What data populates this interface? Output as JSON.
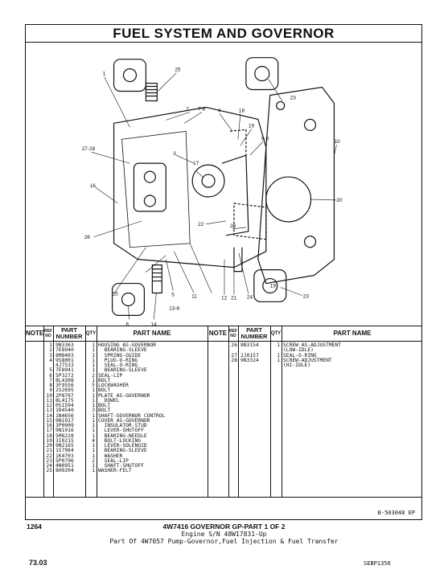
{
  "title": "FUEL SYSTEM AND GOVERNOR",
  "diagram": {
    "callouts": [
      "1",
      "2",
      "3",
      "4",
      "5",
      "6",
      "7-8",
      "9-8",
      "10",
      "11",
      "12",
      "13-8",
      "14",
      "15",
      "16",
      "17",
      "18",
      "19",
      "19",
      "20",
      "20",
      "21",
      "22",
      "23",
      "23",
      "24",
      "25",
      "26",
      "27-28"
    ]
  },
  "table": {
    "headers": {
      "note": "NOTE",
      "ref_no": "REF NO",
      "part_number": "PART NUMBER",
      "qty": "QTY",
      "part_name": "PART NAME"
    },
    "left_rows": [
      {
        "ref": "1",
        "part": "9N3363",
        "qty": "1",
        "name": "HOUSING AS-GOVERNOR"
      },
      {
        "ref": "2",
        "part": "7E8940",
        "qty": "1",
        "name": "  BEARING-SLEEVE"
      },
      {
        "ref": "3",
        "part": "8M8403",
        "qty": "1",
        "name": "  SPRING-GUIDE"
      },
      {
        "ref": "4",
        "part": "9S8001",
        "qty": "1",
        "name": "  PLUG-O-RING"
      },
      {
        "ref": "",
        "part": "4J7533",
        "qty": "1",
        "name": "  SEAL-O-RING"
      },
      {
        "ref": "5",
        "part": "7E8941",
        "qty": "1",
        "name": "  BEARING-SLEEVE"
      },
      {
        "ref": "6",
        "part": "5P3272",
        "qty": "2",
        "name": "SEAL-LIP"
      },
      {
        "ref": "7",
        "part": "8L4308",
        "qty": "1",
        "name": "BOLT"
      },
      {
        "ref": "8",
        "part": "3F9556",
        "qty": "5",
        "name": "LOCKWASHER"
      },
      {
        "ref": "9",
        "part": "2S2695",
        "qty": "1",
        "name": "BOLT"
      },
      {
        "ref": "10",
        "part": "2P8707",
        "qty": "1",
        "name": "PLATE AS-GOVERNOR"
      },
      {
        "ref": "11",
        "part": "8L4175",
        "qty": "1",
        "name": "  DOWEL"
      },
      {
        "ref": "12",
        "part": "0S1594",
        "qty": "1",
        "name": "BOLT"
      },
      {
        "ref": "13",
        "part": "1D4540",
        "qty": "3",
        "name": "BOLT"
      },
      {
        "ref": "14",
        "part": "1N4656",
        "qty": "1",
        "name": "SHAFT-GOVERNOR CONTROL"
      },
      {
        "ref": "15",
        "part": "9N1917",
        "qty": "1",
        "name": "COVER AS-GOVERNOR"
      },
      {
        "ref": "16",
        "part": "3P0009",
        "qty": "1",
        "name": "  INSULATOR-STUD"
      },
      {
        "ref": "17",
        "part": "9N1916",
        "qty": "1",
        "name": "  LEVER-SHUTOFF"
      },
      {
        "ref": "18",
        "part": "5M6228",
        "qty": "1",
        "name": "  BEARING-NEEDLE"
      },
      {
        "ref": "19",
        "part": "3I0215",
        "qty": "4",
        "name": "  BOLT-LOCKING"
      },
      {
        "ref": "20",
        "part": "9N2165",
        "qty": "1",
        "name": "  LEVER-SOLENOID"
      },
      {
        "ref": "21",
        "part": "1S7984",
        "qty": "1",
        "name": "  BEARING-SLEEVE"
      },
      {
        "ref": "22",
        "part": "1K4703",
        "qty": "1",
        "name": "  WASHER"
      },
      {
        "ref": "23",
        "part": "5P0796",
        "qty": "2",
        "name": "  SEAL-LIP"
      },
      {
        "ref": "24",
        "part": "4N0951",
        "qty": "1",
        "name": "  SHAFT-SHUTOFF"
      },
      {
        "ref": "25",
        "part": "8H9204",
        "qty": "1",
        "name": "WASHER-FELT"
      }
    ],
    "right_rows": [
      {
        "ref": "26",
        "part": "8N3154",
        "qty": "1",
        "name": "SCREW AS-ADJUSTMENT"
      },
      {
        "ref": "",
        "part": "",
        "qty": "",
        "name": "(LOW-IDLE)"
      },
      {
        "ref": "27",
        "part": "2J0157",
        "qty": "1",
        "name": "SEAL-O-RING"
      },
      {
        "ref": "28",
        "part": "9N3324",
        "qty": "1",
        "name": "SCREW-ADJUSTMENT"
      },
      {
        "ref": "",
        "part": "",
        "qty": "",
        "name": "(HI-IDLE)"
      }
    ]
  },
  "ref_code": "B-503048 EP",
  "page_number": "1264",
  "caption": {
    "line1": "4W7416 GOVERNOR GP-PART 1 OF 2",
    "line2": "Engine S/N 48W17831-Up",
    "line3": "Part Of 4W7057 Pump-Governor,Fuel Injection & Fuel Transfer"
  },
  "section": "73.03",
  "publication_id": "SEBP1356"
}
